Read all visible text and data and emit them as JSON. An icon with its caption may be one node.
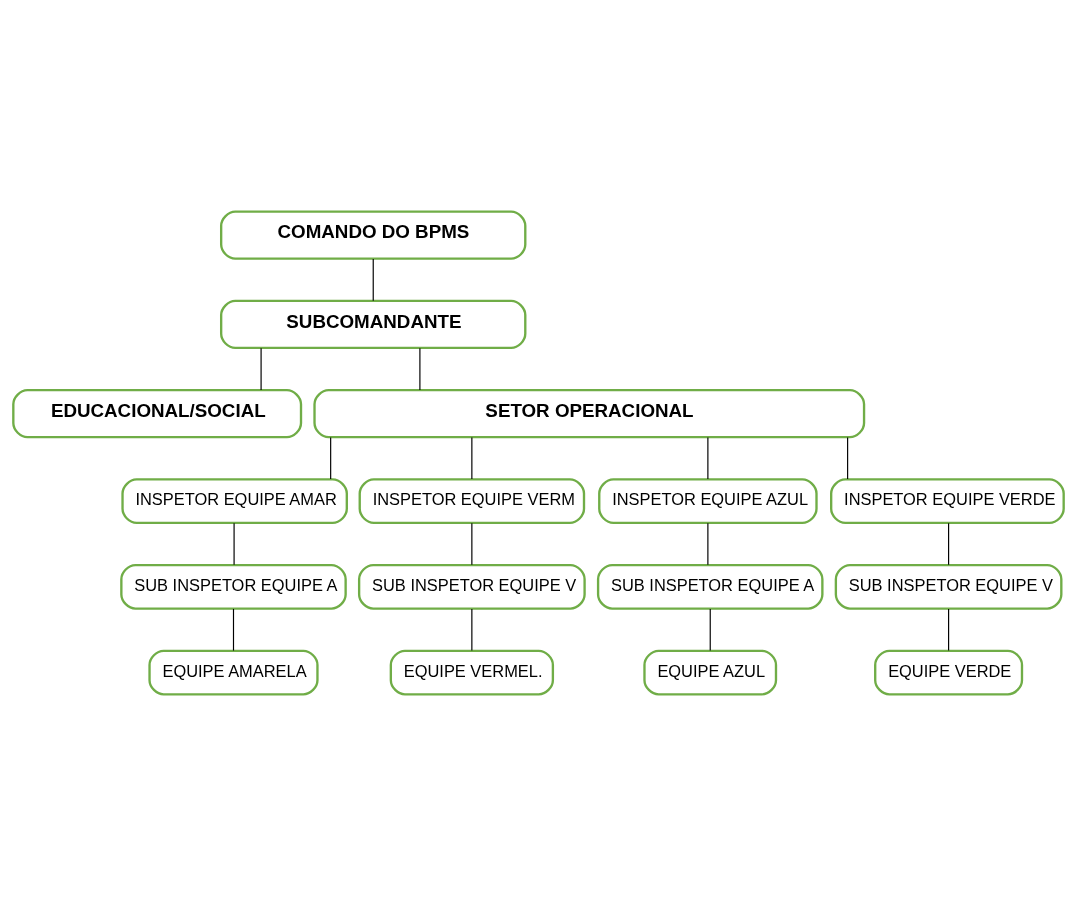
{
  "diagram": {
    "nodes": [
      {
        "text": [
          "COMANDO DO BPMS"
        ]
      },
      {
        "text": [
          "SUBCOMANDANTE"
        ]
      },
      {
        "text": [
          "EDUCACIONAL/SOCIAL"
        ]
      },
      {
        "text": [
          "SETOR OPERACIONAL"
        ]
      },
      {
        "text": [
          "INSPETOR EQUIPE AMAR"
        ]
      },
      {
        "text": [
          "INSPETOR EQUIPE VERM"
        ]
      },
      {
        "text": [
          "INSPETOR EQUIPE AZUL"
        ]
      },
      {
        "text": [
          "INSPETOR EQUIPE VERDE"
        ]
      },
      {
        "text": [
          "SUB INSPETOR EQUIPE A"
        ]
      },
      {
        "text": [
          "SUB INSPETOR EQUIPE V"
        ]
      },
      {
        "text": [
          "SUB INSPETOR EQUIPE A"
        ]
      },
      {
        "text": [
          "SUB INSPETOR EQUIPE V"
        ]
      },
      {
        "text": [
          "EQUIPE AMARELA"
        ]
      },
      {
        "text": [
          "EQUIPE VERMEL."
        ]
      },
      {
        "text": [
          "EQUIPE AZUL"
        ]
      },
      {
        "text": [
          "EQUIPE VERDE"
        ]
      }
    ],
    "edges": [
      {
        "from": 0,
        "to": 1,
        "arrow": "none"
      },
      {
        "from": 1,
        "to": 2,
        "arrow": "none"
      },
      {
        "from": 1,
        "to": 3,
        "arrow": "none"
      },
      {
        "from": 3,
        "to": 4,
        "arrow": "none"
      },
      {
        "from": 3,
        "to": 5,
        "arrow": "none"
      },
      {
        "from": 3,
        "to": 6,
        "arrow": "none"
      },
      {
        "from": 3,
        "to": 7,
        "arrow": "none"
      },
      {
        "from": 4,
        "to": 8,
        "arrow": "none"
      },
      {
        "from": 5,
        "to": 9,
        "arrow": "none"
      },
      {
        "from": 6,
        "to": 10,
        "arrow": "none"
      },
      {
        "from": 7,
        "to": 11,
        "arrow": "none"
      },
      {
        "from": 8,
        "to": 12,
        "arrow": "none"
      },
      {
        "from": 9,
        "to": 13,
        "arrow": "none"
      },
      {
        "from": 10,
        "to": 14,
        "arrow": "none"
      },
      {
        "from": 11,
        "to": 15,
        "arrow": "none"
      }
    ]
  }
}
